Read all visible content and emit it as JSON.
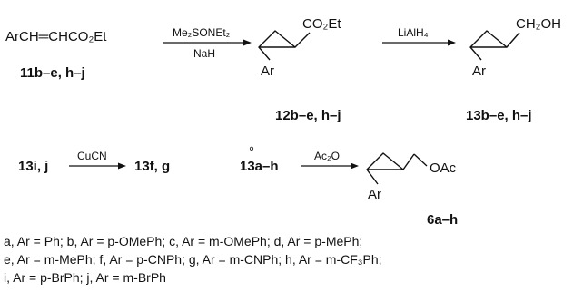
{
  "row1": {
    "start_material": "ArCH═CHCO₂Et",
    "start_label": "11b–e, h–j",
    "step1_reagent_top": "Me₂SONEt₂",
    "step1_reagent_bottom": "NaH",
    "product1_substituent": "CO₂Et",
    "product1_ar": "Ar",
    "product1_label": "12b–e, h–j",
    "step2_reagent": "LiAlH₄",
    "product2_substituent": "CH₂OH",
    "product2_ar": "Ar",
    "product2_label": "13b–e, h–j"
  },
  "row2": {
    "left_start": "13i, j",
    "left_reagent": "CuCN",
    "left_product": "13f, g",
    "right_start": "13a–h",
    "right_start_mark": "°",
    "right_reagent": "Ac₂O",
    "product_substituent": "OAc",
    "product_ar": "Ar",
    "product_label": "6a–h"
  },
  "legend": {
    "line1": "a, Ar = Ph; b, Ar = p-OMePh; c, Ar = m-OMePh; d, Ar = p-MePh;",
    "line2": "e, Ar = m-MePh; f, Ar = p-CNPh; g, Ar = m-CNPh; h, Ar = m-CF₃Ph;",
    "line3": "i, Ar = p-BrPh; j, Ar = m-BrPh"
  }
}
